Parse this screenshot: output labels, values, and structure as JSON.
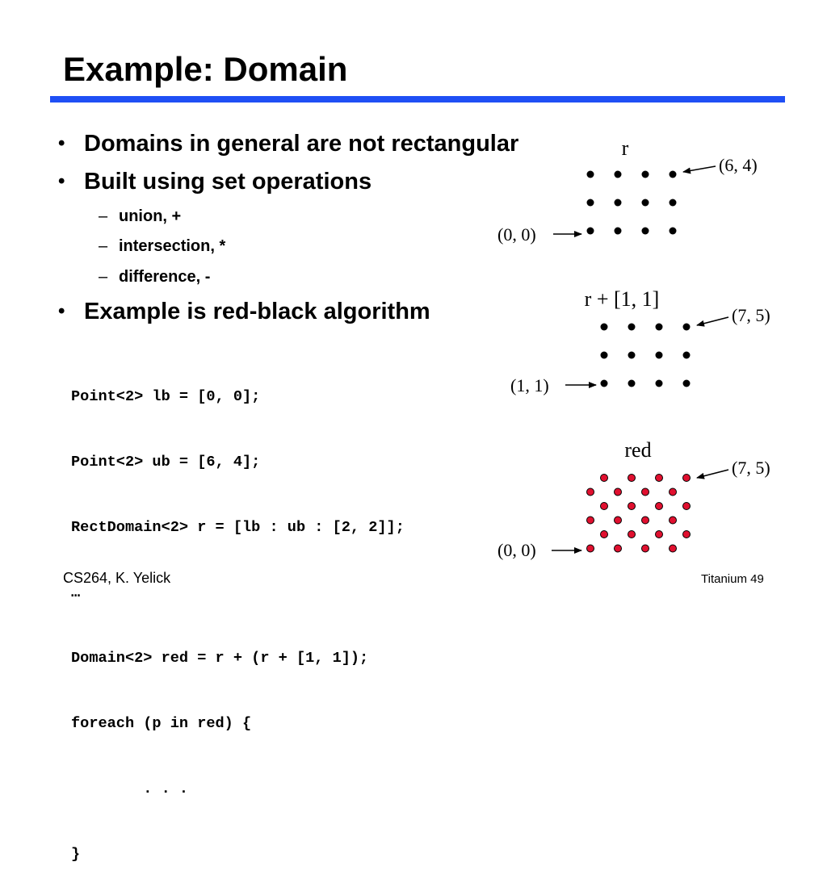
{
  "slide": {
    "title": "Example: Domain",
    "accent_color": "#1f4ff5"
  },
  "bullets": [
    {
      "mark": "•",
      "text": "Domains in general are not rectangular"
    },
    {
      "mark": "•",
      "text": "Built using set operations"
    },
    {
      "mark": "•",
      "text": "Example is red-black algorithm"
    }
  ],
  "subbullets": [
    {
      "mark": "–",
      "text": "union, +"
    },
    {
      "mark": "–",
      "text": "intersection, *"
    },
    {
      "mark": "–",
      "text": "difference, -"
    }
  ],
  "code": {
    "lines": [
      "Point<2> lb = [0, 0];",
      "Point<2> ub = [6, 4];",
      "RectDomain<2> r = [lb : ub : [2, 2]];",
      "…",
      "Domain<2> red = r + (r + [1, 1]);",
      "foreach (p in red) {",
      "        . . .",
      "}"
    ]
  },
  "diagrams": {
    "r": {
      "label": "r",
      "lower_label": "(0, 0)",
      "upper_label": "(6, 4)",
      "dot_color": "#000000",
      "cols": 4,
      "rows": 3
    },
    "r_shift": {
      "label": "r + [1, 1]",
      "lower_label": "(1, 1)",
      "upper_label": "(7, 5)",
      "dot_color": "#000000",
      "cols": 4,
      "rows": 3
    },
    "red": {
      "label": "red",
      "lower_label": "(0, 0)",
      "upper_label": "(7, 5)",
      "dot_color": "#e0102f",
      "dot_outline": "#000000",
      "rows": 6,
      "dots_per_row": 4
    }
  },
  "footer": {
    "left": "CS264, K. Yelick",
    "right": "Titanium 49"
  }
}
